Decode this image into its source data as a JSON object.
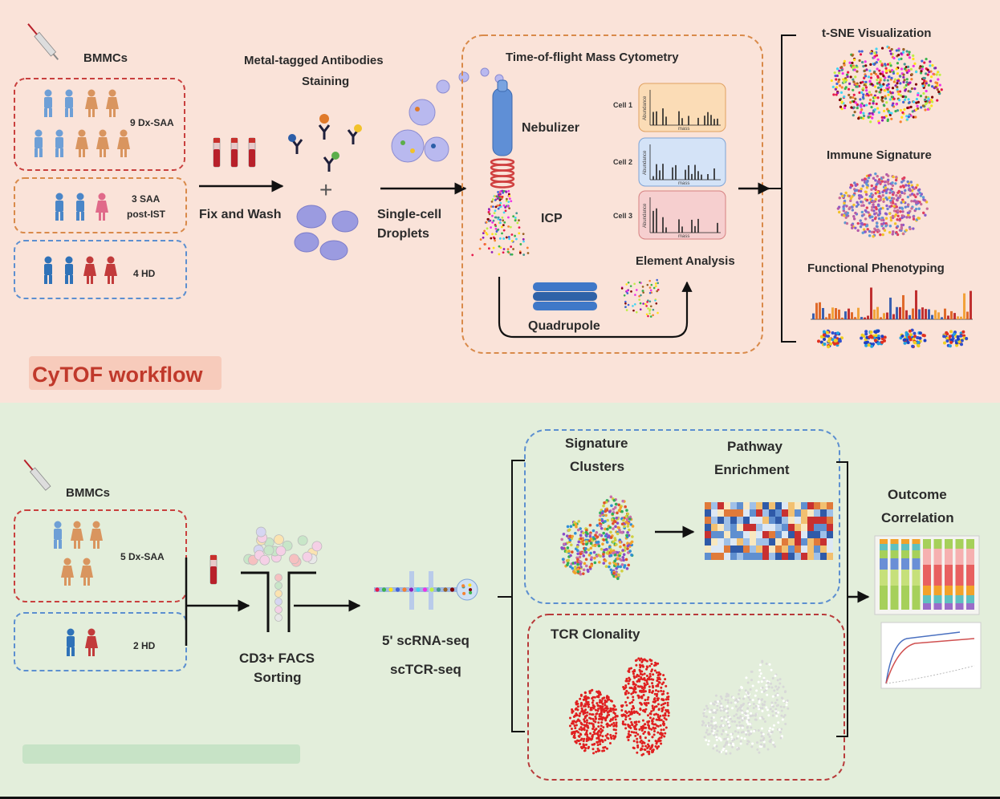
{
  "top": {
    "bmmcs": "BMMCs",
    "groups": [
      {
        "label": "9 Dx-SAA"
      },
      {
        "label_line1": "3 SAA",
        "label_line2": "post-IST"
      },
      {
        "label": "4 HD"
      }
    ],
    "staining_line1": "Metal-tagged Antibodies",
    "staining_line2": "Staining",
    "fix_wash": "Fix and Wash",
    "droplets_line1": "Single-cell",
    "droplets_line2": "Droplets",
    "tof_title": "Time-of-flight Mass Cytometry",
    "nebulizer": "Nebulizer",
    "icp": "ICP",
    "quadrupole": "Quadrupole",
    "element_analysis": "Element Analysis",
    "cells": [
      "Cell 1",
      "Cell 2",
      "Cell 3"
    ],
    "spectrum_ylabel": "Abundance",
    "spectrum_xlabel": "mass",
    "outputs": [
      "t-SNE Visualization",
      "Immune Signature",
      "Functional Phenotyping"
    ],
    "workflow_label": "CyTOF workflow"
  },
  "bottom": {
    "bmmcs": "BMMCs",
    "groups": [
      {
        "label": "5 Dx-SAA"
      },
      {
        "label": "2 HD"
      }
    ],
    "facs_line1": "CD3+ FACS",
    "facs_line2": "Sorting",
    "seq_line1": "5' scRNA-seq",
    "seq_line2": "scTCR-seq",
    "sig_line1": "Signature",
    "sig_line2": "Clusters",
    "path_line1": "Pathway",
    "path_line2": "Enrichment",
    "tcr": "TCR Clonality",
    "outcome_line1": "Outcome",
    "outcome_line2": "Correlation"
  },
  "colors": {
    "top_bg": "#fae3d9",
    "bottom_bg": "#e3eedb",
    "red_dash": "#c9403e",
    "orange_dash": "#d98a4a",
    "blue_dash": "#5c8fd0",
    "workflow_text": "#c0392b",
    "blue_person": "#4a86c8",
    "tan_person": "#d9955f",
    "pink_person": "#e06a8a",
    "red_person": "#c23b3b"
  }
}
